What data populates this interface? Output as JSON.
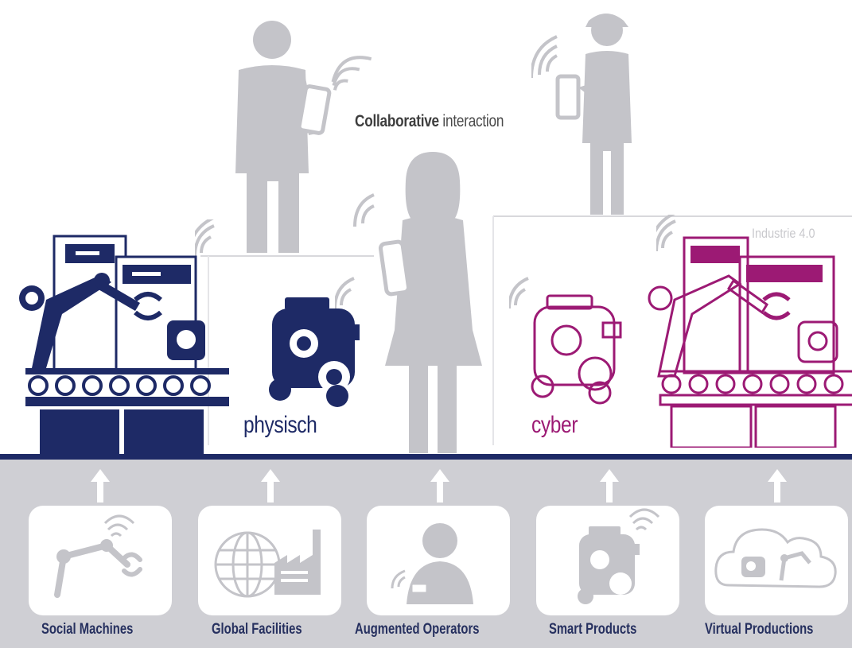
{
  "diagram": {
    "caption_bold": "Collaborative",
    "caption_rest": " interaction",
    "label_physical": "physisch",
    "label_cyber": "cyber",
    "label_industrie": "Industrie 4.0"
  },
  "tiles": [
    {
      "label": "Social Machines",
      "icon": "robot-arm-icon"
    },
    {
      "label": "Global Facilities",
      "icon": "globe-factory-icon"
    },
    {
      "label": "Augmented Operators",
      "icon": "operator-icon"
    },
    {
      "label": "Smart Products",
      "icon": "smart-product-icon"
    },
    {
      "label": "Virtual Productions",
      "icon": "cloud-production-icon"
    }
  ],
  "colors": {
    "physical": "#1e2a66",
    "cyber": "#9c1a74",
    "grey": "#c4c4c9",
    "band": "#cfcfd4"
  }
}
